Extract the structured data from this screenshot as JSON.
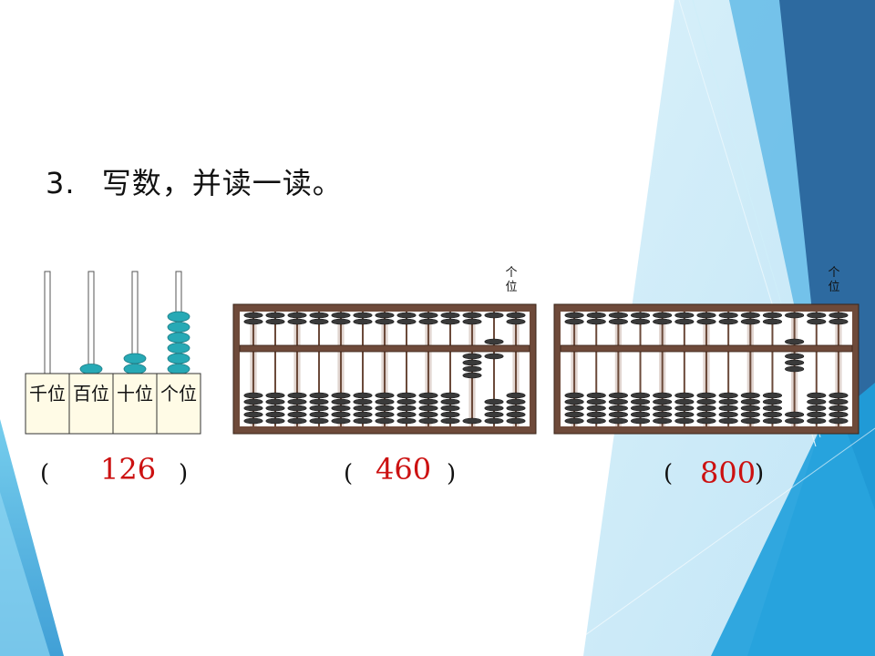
{
  "question": {
    "number": "3.",
    "text": "写数，并读一读。"
  },
  "counting_frame": {
    "places": [
      "千位",
      "百位",
      "十位",
      "个位"
    ],
    "beads": {
      "thousands": 0,
      "hundreds": 1,
      "tens": 2,
      "ones": 6
    },
    "bead_color": "#27a9b5"
  },
  "abacus_unit_label": "个位",
  "abacus_1": {
    "digits": [
      4,
      6,
      0
    ]
  },
  "abacus_2": {
    "digits": [
      8,
      0,
      0
    ]
  },
  "answers": [
    "126",
    "460",
    "800"
  ],
  "paren_open": "(",
  "paren_close": ")",
  "colors": {
    "frame": "#6e4a3a",
    "frame_inner": "#a88878",
    "bead": "#3a3a3a",
    "answer": "#cc1111",
    "accent_blue": "#2b9fd6",
    "accent_dark": "#2a5a8a"
  }
}
